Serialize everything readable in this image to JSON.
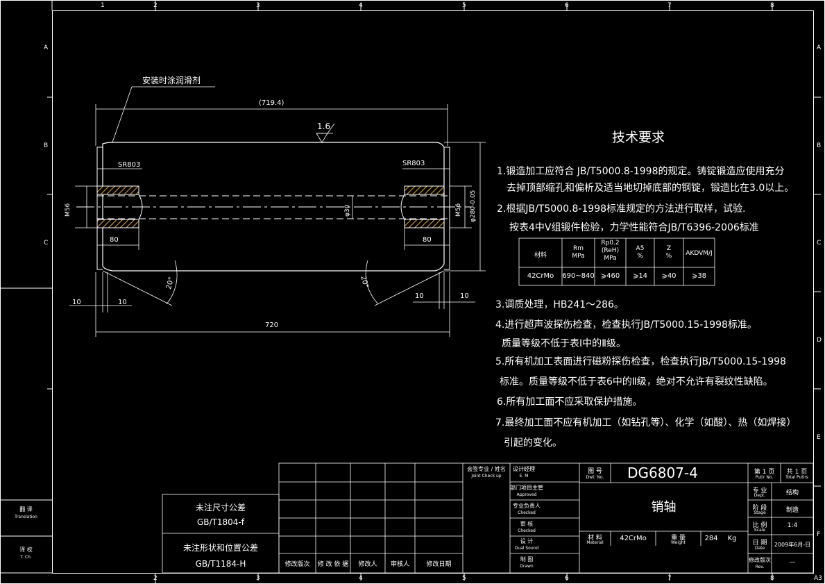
{
  "frame": {
    "columns": [
      "1",
      "2",
      "3",
      "4",
      "5",
      "6",
      "7",
      "8"
    ],
    "rows": [
      "A",
      "B",
      "C",
      "D",
      "E",
      "F"
    ],
    "sheet_size": "A3"
  },
  "left_strip": {
    "translation_label_cn": "翻 译",
    "translation_label_en": "Translation",
    "proofread_label_cn": "译 校",
    "proofread_label_en": "T. Ch."
  },
  "drawing": {
    "lubricant_note": "安装时涂润滑剂",
    "dims": {
      "overall_ref": "(719.4)",
      "overall": "720",
      "roughness": "1.6",
      "sr_left": "SR803",
      "sr_right": "SR803",
      "thread_left": "M56",
      "thread_right": "M56",
      "bore": "φ30",
      "outer_dia": "φ280-0.05",
      "depth_left": "80",
      "depth_right": "80",
      "angle_left": "20°",
      "angle_right": "20°",
      "chamfer_l1": "10",
      "chamfer_l2": "10",
      "chamfer_r1": "10",
      "chamfer_r2": "10"
    }
  },
  "requirements": {
    "title": "技术要求",
    "lines": [
      "1.锻造加工应符合 JB/T5000.8-1998的规定。铸锭锻造应使用充分",
      "去掉顶部缩孔和偏析及适当地切掉底部的钢锭，锻造比在3.0以上。",
      "2.根据JB/T5000.8-1998标准规定的方法进行取样，试验.",
      "按表4中V组锻件检验，力学性能符合JB/T6396-2006标准",
      "3.调质处理，HB241～286。",
      "4.进行超声波探伤检查，检查执行JB/T5000.15-1998标准。",
      "质量等级不低于表Ⅰ中的Ⅱ级。",
      "5.所有机加工表面进行磁粉探伤检查，检查执行JB/T5000.15-1998",
      "标准。质量等级不低于表6中的Ⅱ级，绝对不允许有裂纹性缺陷。",
      "6.所有加工面不应采取保护措施。",
      "7.最终加工面不应有机加工（如钻孔等）、化学（如酸）、热（如焊接）",
      "引起的变化。"
    ]
  },
  "property_table": {
    "headers": [
      "材料",
      "Rm MPa",
      "Rp0.2 (ReH) MPa",
      "A5 %",
      "Z %",
      "AKDVM/J"
    ],
    "header_lines": [
      [
        "材料"
      ],
      [
        "Rm",
        "MPa"
      ],
      [
        "Rp0.2",
        "(ReH)",
        "MPa"
      ],
      [
        "A5",
        "%"
      ],
      [
        "Z",
        "%"
      ],
      [
        "AKDVM/J"
      ]
    ],
    "row": [
      "42CrMo",
      "690~840",
      "⩾460",
      "⩾14",
      "⩾40",
      "⩾38"
    ]
  },
  "tolerances": {
    "linear_title": "未注尺寸公差",
    "linear_std": "GB/T1804-f",
    "geo_title": "未注形状和位置公差",
    "geo_std": "GB/T1184-H"
  },
  "revision": {
    "footer": [
      "修改版次",
      "修 改 依 据",
      "修改人",
      "审核人",
      "修改日期"
    ]
  },
  "title_block": {
    "sign": {
      "joint_check_cn": "会签专业 / 姓名",
      "joint_check_en": "Joint Check up",
      "design_mgr_cn": "设计经理",
      "design_mgr_en": "E. M",
      "approved_cn": "部门项目主管",
      "approved_en": "Approved",
      "checked_cn": "专业负责人",
      "checked_en": "Checked",
      "review_cn": "审 核",
      "review_en": "Checked",
      "design_cn": "设 计",
      "design_en": "Dual Sound",
      "draw_cn": "制 图",
      "draw_en": "Drawn"
    },
    "drawing_no_label_cn": "图 号",
    "drawing_no_label_en": "Dwt. No.",
    "drawing_no": "DG6807-4",
    "part_name": "销轴",
    "material_label_cn": "材 料",
    "material_label_en": "Material",
    "material": "42CrMo",
    "weight_label_cn": "重 量",
    "weight_label_en": "Weight",
    "weight": "284",
    "weight_unit": "Kg",
    "sheet_label": "第 1 页",
    "sheet_label_en": "Putir No.",
    "total_label": "共 1 页",
    "total_label_en": "Total Putirs",
    "dept_label_cn": "专 业",
    "dept_label_en": "Dept.",
    "dept": "结构",
    "stage_label_cn": "阶 段",
    "stage_label_en": "Stage",
    "stage": "制造",
    "scale_label_cn": "比 例",
    "scale_label_en": "Scale",
    "scale": "1:4",
    "date_label_cn": "日 期",
    "date_label_en": "Date",
    "date": "2009年6月-日",
    "rev_label_cn": "修改版次",
    "rev_label_en": "Rev.",
    "rev": "—"
  }
}
